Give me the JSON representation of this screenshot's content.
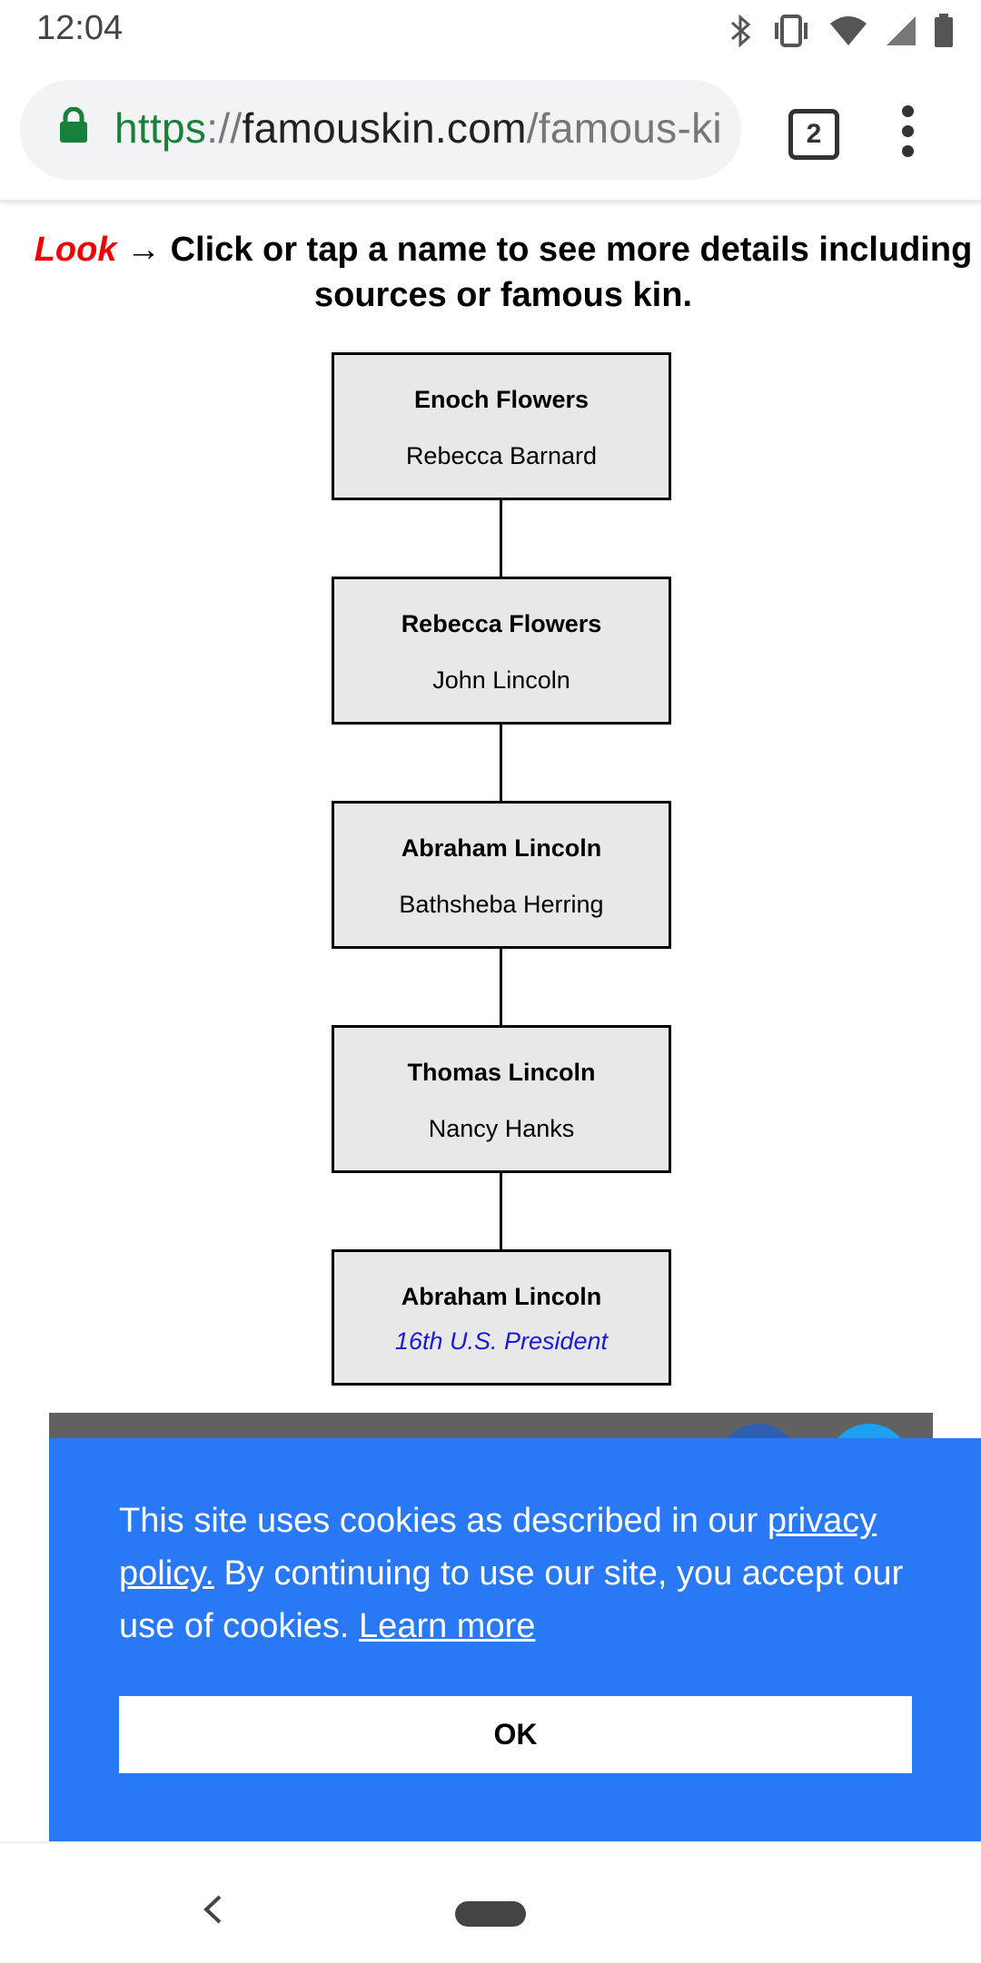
{
  "status_bar": {
    "time": "12:04",
    "icons": [
      "bluetooth-icon",
      "vibrate-icon",
      "wifi-icon",
      "signal-icon",
      "battery-icon"
    ]
  },
  "browser": {
    "url_scheme": "https",
    "url_separator": "://",
    "url_host": "famouskin.com",
    "url_path": "/famous-ki",
    "tab_count": "2"
  },
  "instruction": {
    "look": "Look",
    "arrow": " → ",
    "text": "Click or tap a name to see more details including sources or famous kin."
  },
  "tree": [
    {
      "person": "Enoch Flowers",
      "spouse": "Rebecca Barnard"
    },
    {
      "person": "Rebecca Flowers",
      "spouse": "John Lincoln"
    },
    {
      "person": "Abraham Lincoln",
      "spouse": "Bathsheba Herring"
    },
    {
      "person": "Thomas Lincoln",
      "spouse": "Nancy Hanks"
    },
    {
      "person": "Abraham Lincoln",
      "title": "16th U.S. President"
    }
  ],
  "cookie_banner": {
    "text_1": "This site uses cookies as described in our ",
    "privacy_link": "privacy policy.",
    "text_2": " By continuing to use our site, you accept our use of cookies. ",
    "learn_more_link": "Learn more",
    "ok_button": "OK"
  },
  "colors": {
    "banner_bg": "#2979f7",
    "look_red": "#ee0000",
    "president_blue": "#1a1ad6",
    "url_green": "#188038"
  }
}
